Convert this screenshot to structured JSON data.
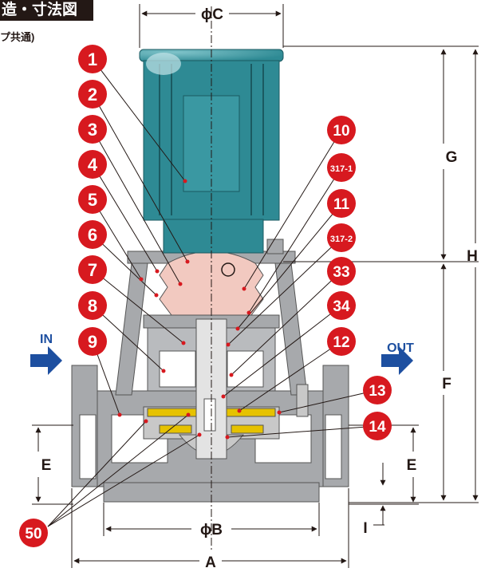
{
  "header": {
    "title": "造・寸法図",
    "subtitle": "プ共通)"
  },
  "dimensions": {
    "phiC": "ϕC",
    "G": "G",
    "H": "H",
    "F": "F",
    "E_left": "E",
    "E_right": "E",
    "phiB": "ϕB",
    "I": "I",
    "A": "A"
  },
  "flow": {
    "in": "IN",
    "out": "OUT"
  },
  "callouts": {
    "c1": "1",
    "c2": "2",
    "c3": "3",
    "c4": "4",
    "c5": "5",
    "c6": "6",
    "c7": "7",
    "c8": "8",
    "c9": "9",
    "c10": "10",
    "c3171": "317-1",
    "c11": "11",
    "c3172": "317-2",
    "c33": "33",
    "c34": "34",
    "c12": "12",
    "c13": "13",
    "c14": "14",
    "c50": "50"
  },
  "colors": {
    "motor": "#2e8a94",
    "body": "#a7a9ac",
    "pink": "#f2c9c0",
    "yellow": "#e6c200",
    "callout": "#d7191f",
    "flow_arrow": "#1d4fa0"
  }
}
